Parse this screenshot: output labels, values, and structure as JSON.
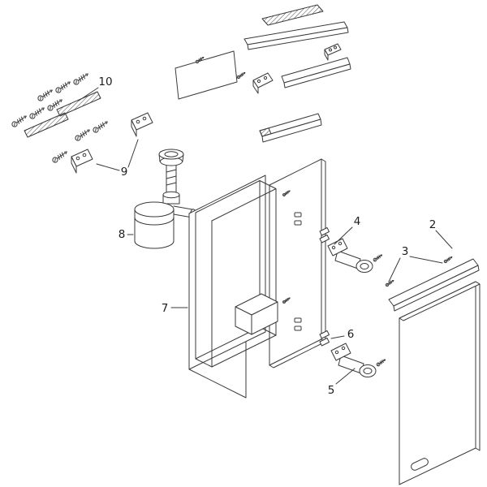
{
  "diagram": {
    "kind": "exploded-parts-diagram",
    "subject": "vanity cabinet with door, hinges, trim rails and bottle-trap siphon",
    "background_color": "#ffffff",
    "line_color": "#3a3a3a",
    "label_color": "#1c1c1c",
    "parts": [
      {
        "number": "2",
        "part": "door-panel-with-top-trim"
      },
      {
        "number": "3",
        "part": "trim-fixing-screws"
      },
      {
        "number": "4",
        "part": "hinge-upper"
      },
      {
        "number": "5",
        "part": "hinge-lower"
      },
      {
        "number": "6",
        "part": "hinge-mounting-clips"
      },
      {
        "number": "7",
        "part": "cabinet-carcass"
      },
      {
        "number": "8",
        "part": "bottle-trap-siphon"
      },
      {
        "number": "9",
        "part": "mounting-brackets"
      },
      {
        "number": "10",
        "part": "wall-fixing-set-screws-and-rails"
      }
    ]
  }
}
